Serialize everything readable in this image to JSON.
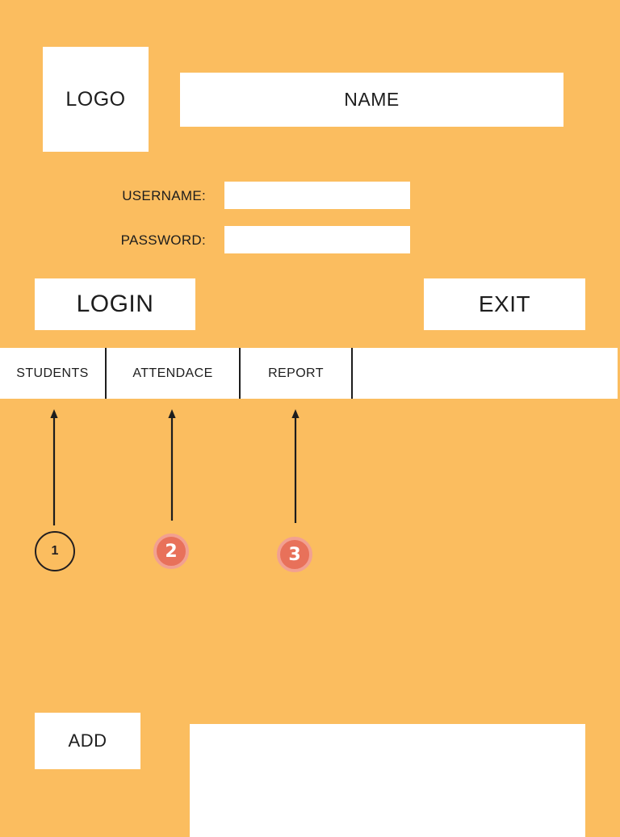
{
  "theme": {
    "background": "#fbbd5f",
    "panel": "#ffffff",
    "text": "#1d1d1d",
    "marker_fill": "#e8715a",
    "marker_ring": "#f2a091",
    "marker_outline": "#231f20",
    "arrow": "#1d1d1d"
  },
  "header": {
    "logo_label": "LOGO",
    "name_label": "NAME"
  },
  "login_form": {
    "username_label": "USERNAME:",
    "username_value": "",
    "username_placeholder": "",
    "password_label": "PASSWORD:",
    "password_value": "",
    "password_placeholder": ""
  },
  "actions": {
    "login_label": "LOGIN",
    "exit_label": "EXIT"
  },
  "tabs": [
    {
      "label": "STUDENTS"
    },
    {
      "label": "ATTENDACE"
    },
    {
      "label": "REPORT"
    }
  ],
  "callouts": [
    {
      "number": "1",
      "style": "outline",
      "points_to": "STUDENTS"
    },
    {
      "number": "2",
      "style": "filled",
      "points_to": "ATTENDACE"
    },
    {
      "number": "3",
      "style": "filled",
      "points_to": "REPORT"
    }
  ],
  "bottom": {
    "add_label": "ADD",
    "panel_content": ""
  }
}
